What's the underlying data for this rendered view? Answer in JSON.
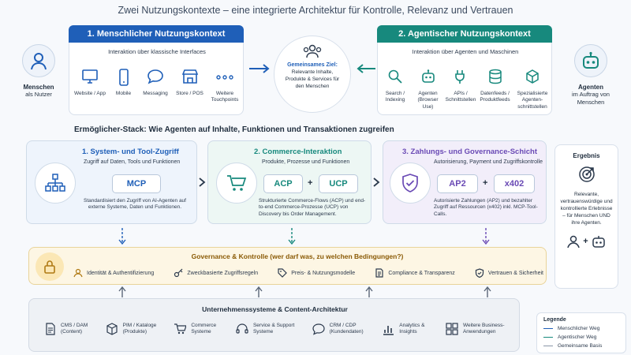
{
  "subtitle": "Zwei Nutzungskontexte – eine integrierte Architektur für Kontrolle, Relevanz und Vertrauen",
  "colors": {
    "human": "#1f5fb8",
    "agent": "#17897d",
    "purple": "#6a4ab5",
    "gold": "#d49a2a"
  },
  "human_actor": {
    "title": "Menschen",
    "subtitle": "als Nutzer",
    "icon": "person-icon"
  },
  "human_panel": {
    "header": "1. Menschlicher Nutzungskontext",
    "subheader": "Interaktion über klassische Interfaces",
    "items": [
      {
        "label": "Website / App",
        "icon": "monitor-icon"
      },
      {
        "label": "Mobile",
        "icon": "mobile-icon"
      },
      {
        "label": "Messaging",
        "icon": "chat-icon"
      },
      {
        "label": "Store / POS",
        "icon": "store-icon"
      },
      {
        "label": "Weitere Touchpoints",
        "icon": "dots-icon"
      }
    ]
  },
  "goal": {
    "title": "Gemeinsames Ziel:",
    "text": "Relevante Inhalte, Produkte & Services für den Menschen",
    "icon": "group-icon"
  },
  "agent_panel": {
    "header": "2. Agentischer Nutzungskontext",
    "subheader": "Interaktion über Agenten und Maschinen",
    "items": [
      {
        "label": "Search / Indexing",
        "icon": "search-icon"
      },
      {
        "label": "Agenten (Browser Use)",
        "icon": "robot-icon"
      },
      {
        "label": "APIs / Schnittstellen",
        "icon": "plug-icon"
      },
      {
        "label": "Datenfeeds / Produktfeeds",
        "icon": "database-icon"
      },
      {
        "label": "Spezialisierte Agenten-schnittstellen",
        "icon": "cube-icon"
      }
    ]
  },
  "agent_actor": {
    "title": "Agenten",
    "subtitle": "im Auftrag von Menschen",
    "icon": "robot-icon"
  },
  "stack_title": "Ermöglicher-Stack: Wie Agenten auf Inhalte, Funktionen und Transaktionen zugreifen",
  "stack": [
    {
      "title": "1. System- und Tool-Zugriff",
      "subtitle": "Zugriff auf Daten, Tools und Funktionen",
      "codes": [
        "MCP"
      ],
      "desc": "Standardisiert den Zugriff von AI-Agenten auf externe Systeme, Daten und Funktionen.",
      "icon": "network-icon"
    },
    {
      "title": "2. Commerce-Interaktion",
      "subtitle": "Produkte, Prozesse und Funktionen",
      "codes": [
        "ACP",
        "UCP"
      ],
      "desc": "Strukturierte Commerce-Flows (ACP) und end-to-end Commerce-Prozesse (UCP) von Discovery bis Order Management.",
      "icon": "cart-icon"
    },
    {
      "title": "3. Zahlungs- und Governance-Schicht",
      "subtitle": "Autorisierung, Payment und Zugriffskontrolle",
      "codes": [
        "AP2",
        "x402"
      ],
      "desc": "Autorisierte Zahlungen (AP2) und bezahlter Zugriff auf Ressourcen (x402) inkl. MCP-Tool-Calls.",
      "icon": "shield-check-icon"
    }
  ],
  "plus": "+",
  "result": {
    "title": "Ergebnis",
    "text": "Relevante, vertrauenswürdige und kontrollierte Erlebnisse – für Menschen UND ihre Agenten.",
    "plus": "+"
  },
  "governance": {
    "title": "Governance & Kontrolle (wer darf was, zu welchen Bedingungen?)",
    "items": [
      {
        "label": "Identität & Authentifizierung",
        "icon": "person-outline-icon"
      },
      {
        "label": "Zweckbasierte Zugriffsregeln",
        "icon": "key-icon"
      },
      {
        "label": "Preis- & Nutzungsmodelle",
        "icon": "price-tag-icon"
      },
      {
        "label": "Compliance & Transparenz",
        "icon": "document-icon"
      },
      {
        "label": "Vertrauen & Sicherheit",
        "icon": "shield-icon"
      }
    ]
  },
  "enterprise": {
    "title": "Unternehmenssysteme & Content-Architektur",
    "items": [
      {
        "label": "CMS / DAM (Content)",
        "icon": "file-icon"
      },
      {
        "label": "PIM / Kataloge (Produkte)",
        "icon": "box-icon"
      },
      {
        "label": "Commerce Systeme",
        "icon": "cart-icon"
      },
      {
        "label": "Service & Support Systeme",
        "icon": "headset-icon"
      },
      {
        "label": "CRM / CDP (Kundendaten)",
        "icon": "chat-icon"
      },
      {
        "label": "Analytics & Insights",
        "icon": "bar-chart-icon"
      },
      {
        "label": "Weitere Business-Anwendungen",
        "icon": "grid-icon"
      }
    ]
  },
  "legend": {
    "title": "Legende",
    "items": [
      {
        "label": "Menschlicher Weg",
        "color": "#1f5fb8"
      },
      {
        "label": "Agentischer Weg",
        "color": "#17897d"
      },
      {
        "label": "Gemeinsame Basis",
        "color": "#8a96a8"
      }
    ]
  }
}
